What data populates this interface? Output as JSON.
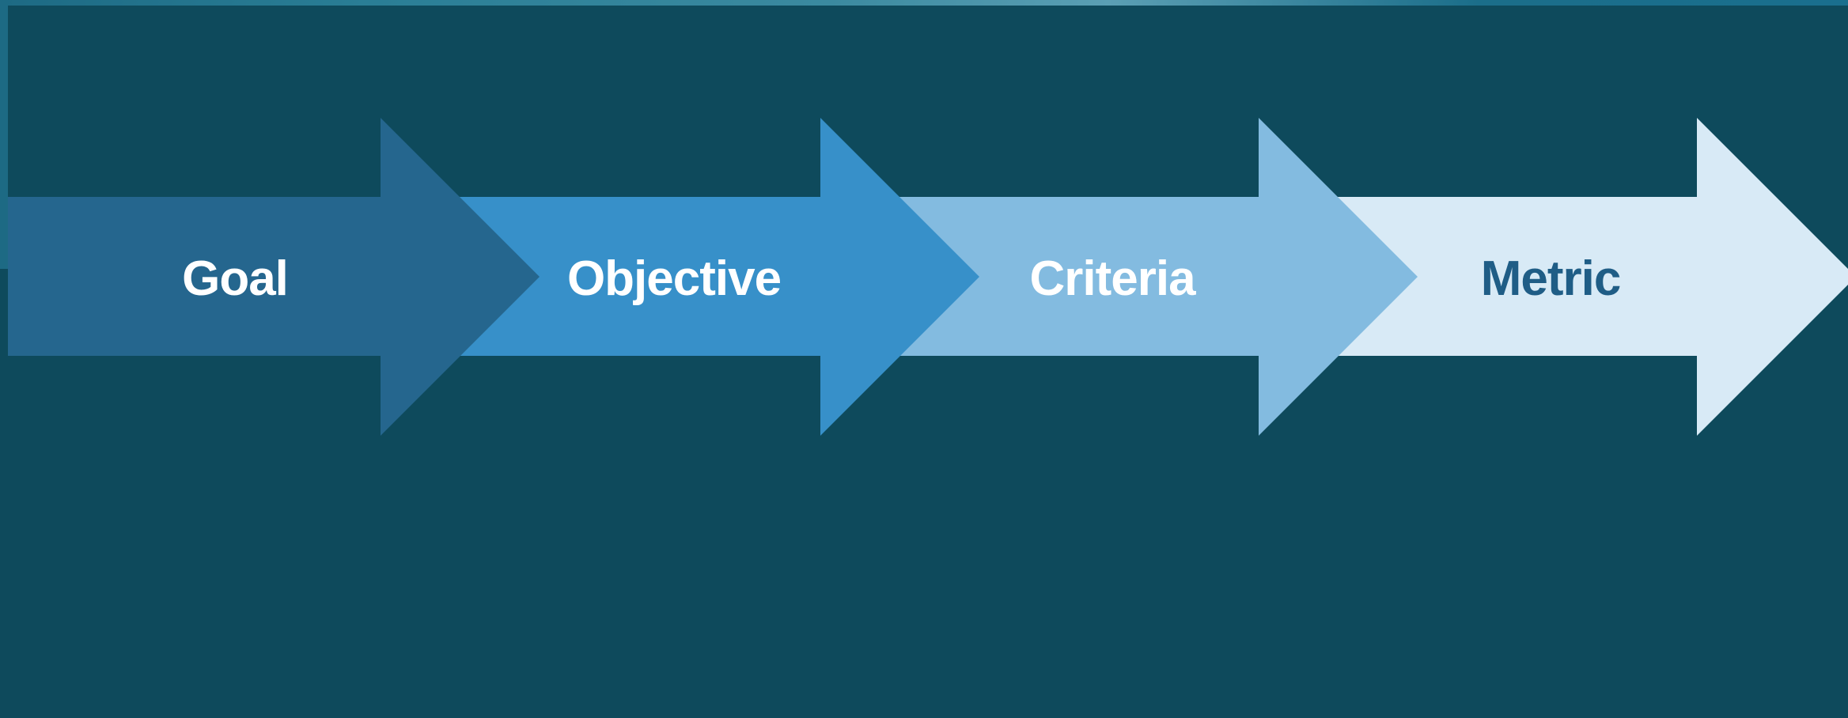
{
  "steps": [
    {
      "label": "Goal",
      "fill": "#25668e",
      "text_color": "#ffffff"
    },
    {
      "label": "Objective",
      "fill": "#3790c9",
      "text_color": "#ffffff"
    },
    {
      "label": "Criteria",
      "fill": "#83bbe0",
      "text_color": "#ffffff"
    },
    {
      "label": "Metric",
      "fill": "#d8eaf6",
      "text_color": "#1f5d86"
    }
  ],
  "colors": {
    "background": "#0e4a5c"
  }
}
